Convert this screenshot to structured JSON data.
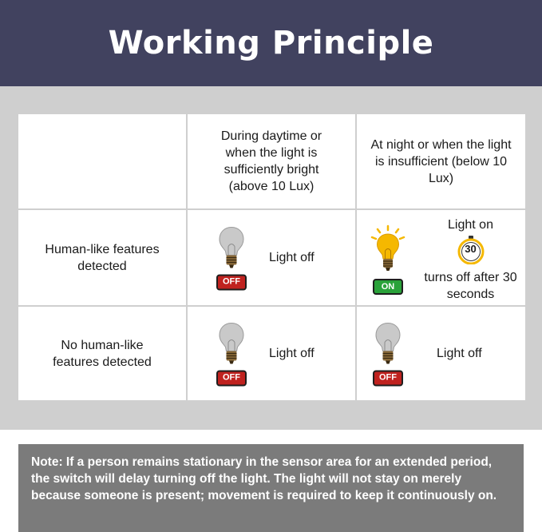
{
  "header": {
    "title": "Working Principle"
  },
  "table": {
    "col_headers": [
      "",
      "During daytime or when the light is sufficiently bright (above 10 Lux)",
      "At night or when the light is insufficient (below 10 Lux)"
    ],
    "rows": [
      {
        "label": "Human-like features detected",
        "day": {
          "badge": "OFF",
          "state": "Light off",
          "icon": "bulb-off-icon"
        },
        "night": {
          "badge": "ON",
          "state": "Light on",
          "timer": "30",
          "detail": "turns off after 30 seconds",
          "icon": "bulb-on-icon"
        }
      },
      {
        "label": "No human-like features detected",
        "day": {
          "badge": "OFF",
          "state": "Light off",
          "icon": "bulb-off-icon"
        },
        "night": {
          "badge": "OFF",
          "state": "Light off",
          "icon": "bulb-off-icon"
        }
      }
    ]
  },
  "colors": {
    "header_bg": "#41425f",
    "panel_bg": "#cfcfcf",
    "off_badge": "#c0221f",
    "on_badge": "#2aa23a",
    "bulb_on": "#f5b800",
    "note_bg": "#7b7b7b"
  },
  "note": {
    "text": "Note: If a person remains stationary in the sensor area for an extended period, the switch will delay turning off the light. The light will not stay on merely because someone is present; movement is required to keep it continuously on."
  }
}
